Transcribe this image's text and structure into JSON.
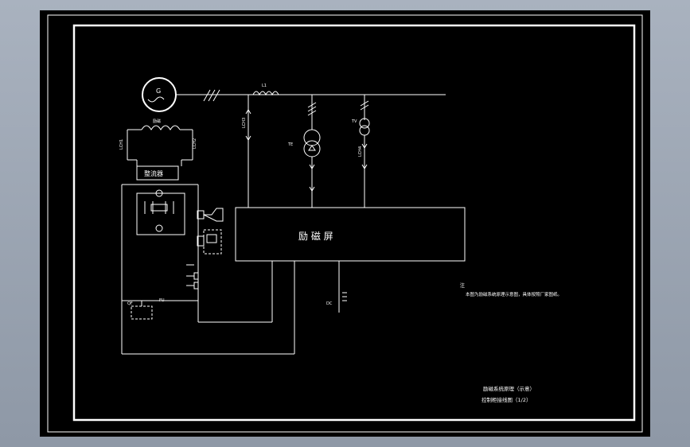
{
  "diagram": {
    "generator_label": "G",
    "exciter_label": "励磁",
    "rectifier_label": "整流器",
    "excitation_panel_label": "励 磁 屏",
    "reactor_label": "L1",
    "ct_label_left": "LCH1",
    "ct_label_right": "LCH2",
    "ct_label_main": "LCH3",
    "ct_label_pt": "LCH4",
    "pt_label": "TV",
    "excitation_transformer_label": "TE",
    "breaker_label": "QF",
    "fuse_label": "FU",
    "dc_label": "DC",
    "note_title": "注",
    "note_text": "本图为励磁系统原理示意图，具体按照厂家图纸。",
    "title_line1": "励磁系统原理（示意）",
    "title_line2": "控制柜接线图（1/2）"
  },
  "colors": {
    "background": "#000000",
    "line": "#ffffff",
    "frame_outer": "#a9b2bf"
  }
}
